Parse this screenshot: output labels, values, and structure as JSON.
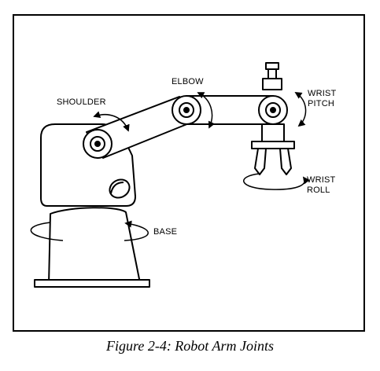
{
  "figure": {
    "caption": "Figure 2-4:  Robot Arm Joints"
  },
  "labels": {
    "shoulder": "SHOULDER",
    "elbow": "ELBOW",
    "wrist_pitch_line1": "WRIST",
    "wrist_pitch_line2": "PITCH",
    "wrist_roll_line1": "WRIST",
    "wrist_roll_line2": "ROLL",
    "base": "BASE"
  }
}
